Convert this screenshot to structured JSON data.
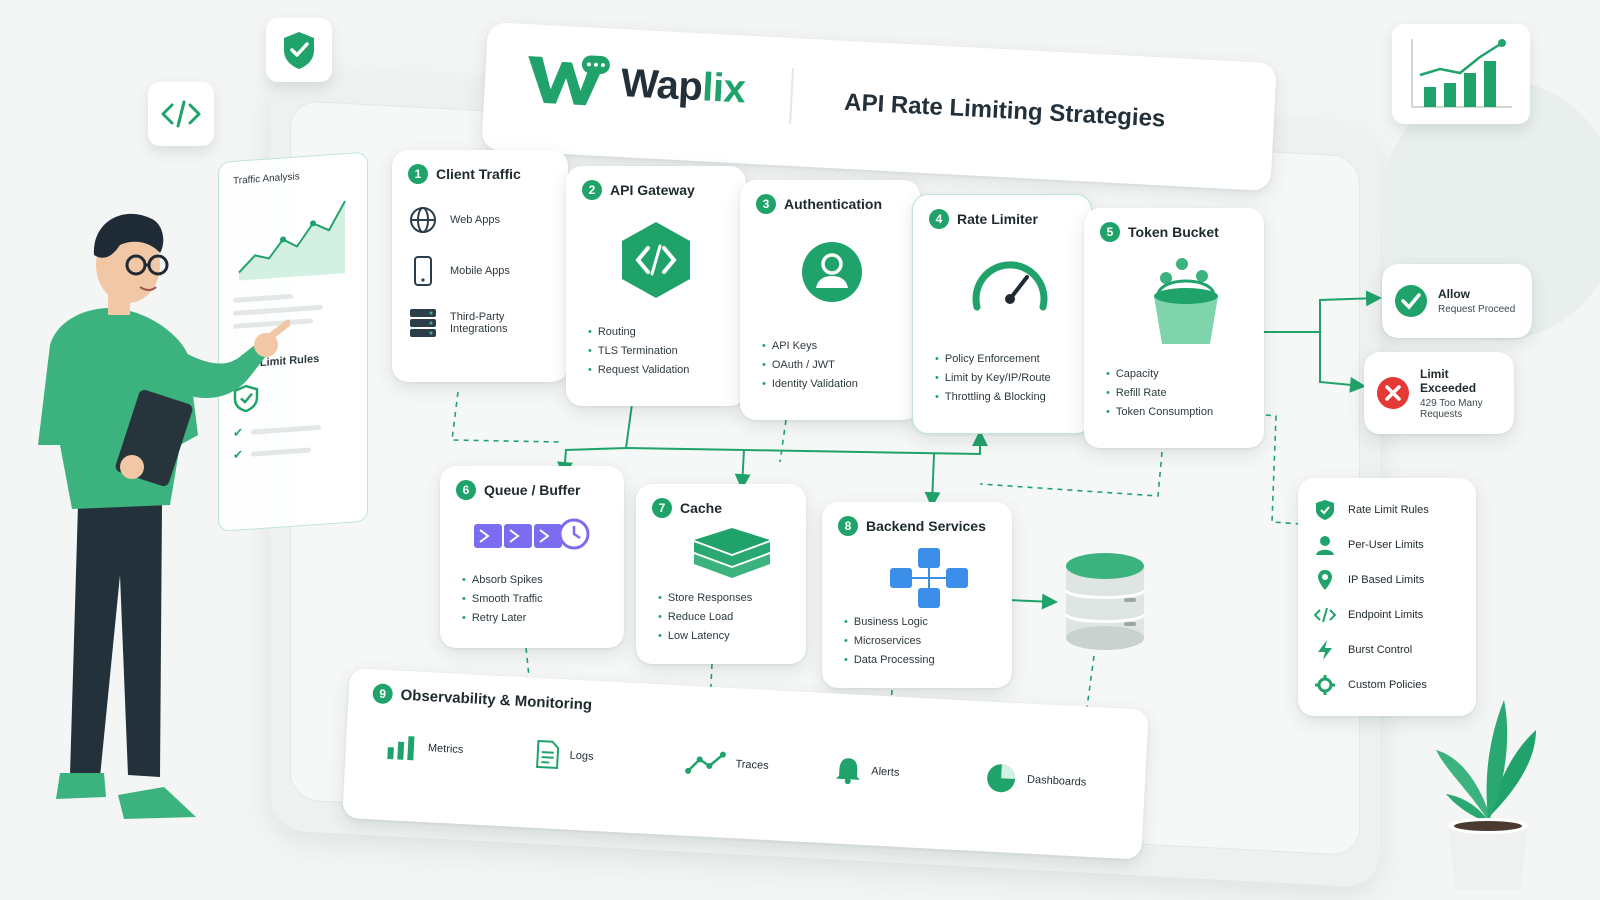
{
  "header": {
    "brand_main": "Wap",
    "brand_accent": "lix",
    "title": "API Rate Limiting Strategies"
  },
  "colors": {
    "accent": "#20a36b",
    "danger": "#e53935",
    "purple": "#7b6cf0",
    "blue": "#3b8fe8",
    "text": "#1f2a2e"
  },
  "side_panel": {
    "traffic_title": "Traffic Analysis",
    "rules_title": "Rate Limit Rules"
  },
  "steps": [
    {
      "num": "1",
      "title": "Client Traffic",
      "items": [
        {
          "icon": "globe-icon",
          "label": "Web Apps"
        },
        {
          "icon": "smartphone-icon",
          "label": "Mobile Apps"
        },
        {
          "icon": "server-stack-icon",
          "label": "Third-Party Integrations"
        }
      ]
    },
    {
      "num": "2",
      "title": "API Gateway",
      "icon": "code-hexagon-icon",
      "bullets": [
        "Routing",
        "TLS Termination",
        "Request Validation"
      ]
    },
    {
      "num": "3",
      "title": "Authentication",
      "icon": "user-circle-icon",
      "bullets": [
        "API Keys",
        "OAuth / JWT",
        "Identity Validation"
      ]
    },
    {
      "num": "4",
      "title": "Rate Limiter",
      "icon": "gauge-icon",
      "bullets": [
        "Policy Enforcement",
        "Limit by Key/IP/Route",
        "Throttling & Blocking"
      ]
    },
    {
      "num": "5",
      "title": "Token Bucket",
      "icon": "bucket-icon",
      "bullets": [
        "Capacity",
        "Refill Rate",
        "Token Consumption"
      ]
    },
    {
      "num": "6",
      "title": "Queue / Buffer",
      "icon": "queue-icon",
      "bullets": [
        "Absorb Spikes",
        "Smooth Traffic",
        "Retry Later"
      ]
    },
    {
      "num": "7",
      "title": "Cache",
      "icon": "layers-icon",
      "bullets": [
        "Store Responses",
        "Reduce Load",
        "Low Latency"
      ]
    },
    {
      "num": "8",
      "title": "Backend Services",
      "icon": "cubes-icon",
      "bullets": [
        "Business Logic",
        "Microservices",
        "Data Processing"
      ]
    },
    {
      "num": "9",
      "title": "Observability & Monitoring"
    }
  ],
  "outcomes": {
    "allow": {
      "title": "Allow",
      "subtitle": "Request Proceed"
    },
    "exceeded": {
      "title": "Limit Exceeded",
      "subtitle": "429 Too Many Requests"
    }
  },
  "rules": [
    {
      "icon": "shield-check-icon",
      "label": "Rate Limit Rules"
    },
    {
      "icon": "user-icon",
      "label": "Per-User Limits"
    },
    {
      "icon": "map-pin-icon",
      "label": "IP Based Limits"
    },
    {
      "icon": "code-icon",
      "label": "Endpoint Limits"
    },
    {
      "icon": "lightning-icon",
      "label": "Burst Control"
    },
    {
      "icon": "gear-icon",
      "label": "Custom Policies"
    }
  ],
  "observability": [
    {
      "icon": "bar-chart-icon",
      "label": "Metrics"
    },
    {
      "icon": "document-icon",
      "label": "Logs"
    },
    {
      "icon": "trace-icon",
      "label": "Traces"
    },
    {
      "icon": "bell-icon",
      "label": "Alerts"
    },
    {
      "icon": "pie-chart-icon",
      "label": "Dashboards"
    }
  ]
}
